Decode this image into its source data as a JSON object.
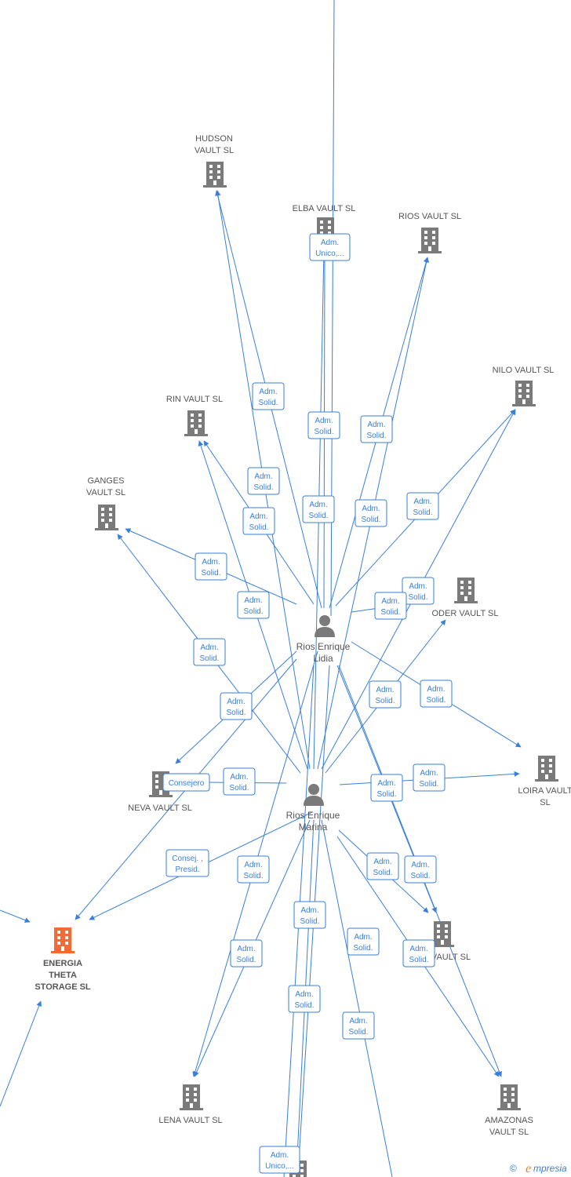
{
  "diagram": {
    "companies": [
      {
        "id": "hudson",
        "label": [
          "HUDSON",
          "VAULT  SL"
        ]
      },
      {
        "id": "elba",
        "label": [
          "ELBA VAULT  SL"
        ]
      },
      {
        "id": "rios",
        "label": [
          "RIOS VAULT  SL"
        ]
      },
      {
        "id": "nilo",
        "label": [
          "NILO VAULT  SL"
        ]
      },
      {
        "id": "rin",
        "label": [
          "RIN VAULT  SL"
        ]
      },
      {
        "id": "ganges",
        "label": [
          "GANGES",
          "VAULT  SL"
        ]
      },
      {
        "id": "oder",
        "label": [
          "ODER VAULT  SL"
        ]
      },
      {
        "id": "neva",
        "label": [
          "NEVA VAULT  SL"
        ]
      },
      {
        "id": "loira",
        "label": [
          "LOIRA VAULT",
          "SL"
        ]
      },
      {
        "id": "energia",
        "label": [
          "ENERGIA",
          "THETA",
          "STORAGE  SL"
        ],
        "highlight": true
      },
      {
        "id": "vault",
        "label": [
          "VAULT  SL"
        ]
      },
      {
        "id": "lena",
        "label": [
          "LENA VAULT  SL"
        ]
      },
      {
        "id": "amazonas",
        "label": [
          "AMAZONAS",
          "VAULT  SL"
        ]
      },
      {
        "id": "bottom",
        "label": []
      }
    ],
    "persons": [
      {
        "id": "lidia",
        "label": [
          "Rios Enrique",
          "Lidia"
        ]
      },
      {
        "id": "marina",
        "label": [
          "Rios Enrique",
          "Marina"
        ]
      }
    ],
    "edge_labels": [
      [
        "Adm.",
        "Unico,..."
      ],
      [
        "Adm.",
        "Solid."
      ],
      [
        "Adm.",
        "Solid."
      ],
      [
        "Adm.",
        "Solid."
      ],
      [
        "Adm.",
        "Solid."
      ],
      [
        "Adm.",
        "Solid."
      ],
      [
        "Adm.",
        "Solid."
      ],
      [
        "Adm.",
        "Solid."
      ],
      [
        "Adm.",
        "Solid."
      ],
      [
        "Adm.",
        "Solid."
      ],
      [
        "Adm.",
        "Solid."
      ],
      [
        "Adm.",
        "Solid."
      ],
      [
        "Adm.",
        "Solid."
      ],
      [
        "Adm.",
        "Solid."
      ],
      [
        "Adm.",
        "Solid."
      ],
      [
        "Adm.",
        "Solid."
      ],
      [
        "Consejero"
      ],
      [
        "Adm.",
        "Solid."
      ],
      [
        "Adm.",
        "Solid."
      ],
      [
        "Adm.",
        "Solid."
      ],
      [
        "Adm.",
        "Solid."
      ],
      [
        "Consej. ,",
        "Presid."
      ],
      [
        "Adm.",
        "Solid."
      ],
      [
        "Adm.",
        "Solid."
      ],
      [
        "Adm.",
        "Solid."
      ],
      [
        "Adm.",
        "Solid."
      ],
      [
        "Adm.",
        "Solid."
      ],
      [
        "Adm.",
        "Solid."
      ],
      [
        "Adm.",
        "Solid."
      ],
      [
        "Adm.",
        "Solid."
      ],
      [
        "Adm.",
        "Solid."
      ],
      [
        "Adm.",
        "Unico,..."
      ]
    ],
    "brand": {
      "copyright": "©",
      "e": "e",
      "name": "mpresia"
    },
    "colors": {
      "edge": "#3a7fd5",
      "building": "#7a7a7a",
      "highlight": "#f26b36",
      "person": "#7a7a7a"
    }
  }
}
